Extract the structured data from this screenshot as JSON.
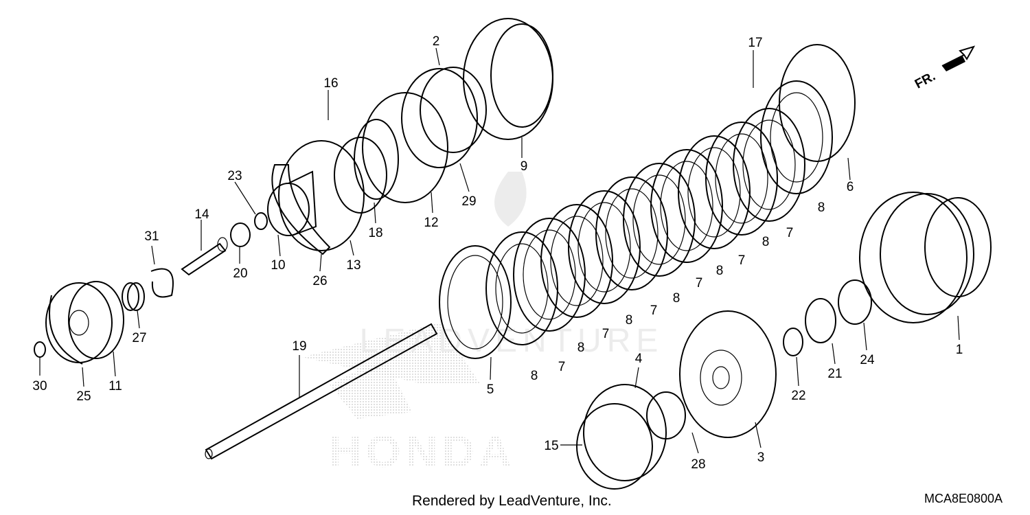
{
  "callouts": [
    "1",
    "2",
    "3",
    "4",
    "5",
    "6",
    "7",
    "8",
    "9",
    "10",
    "11",
    "12",
    "13",
    "14",
    "15",
    "16",
    "17",
    "18",
    "19",
    "20",
    "21",
    "22",
    "23",
    "24",
    "25",
    "26",
    "27",
    "28",
    "29",
    "30",
    "31"
  ],
  "plate_labels": {
    "friction_disc": "7",
    "steel_plate": "8"
  },
  "direction": {
    "label": "FR.",
    "icon": "front-arrow-icon"
  },
  "footer": {
    "credit": "Rendered by LeadVenture, Inc.",
    "diagram_code": "MCA8E0800A"
  },
  "watermark": {
    "brand": "HONDA",
    "overlay": "LEADVENTURE"
  },
  "colors": {
    "line": "#000000",
    "background": "#ffffff",
    "watermark": "#d6d6d6"
  }
}
